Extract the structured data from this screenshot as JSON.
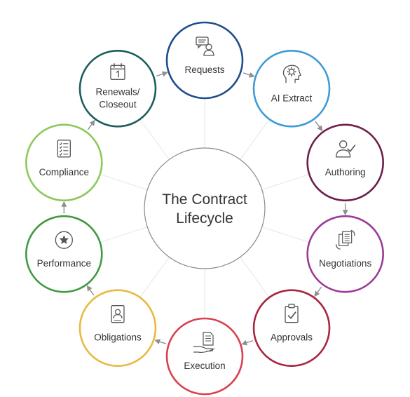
{
  "center": {
    "line1": "The Contract",
    "line2": "Lifecycle",
    "border_color": "#8a8a8a"
  },
  "stages": [
    {
      "lines": [
        "Requests"
      ],
      "color": "#1f4e8c",
      "icon": "chat-user-icon"
    },
    {
      "lines": [
        "AI Extract"
      ],
      "color": "#3d9bd7",
      "icon": "ai-head-gear-icon"
    },
    {
      "lines": [
        "Authoring"
      ],
      "color": "#6b1f4a",
      "icon": "user-check-icon"
    },
    {
      "lines": [
        "Negotiations"
      ],
      "color": "#9c3a98",
      "icon": "document-exchange-icon"
    },
    {
      "lines": [
        "Approvals"
      ],
      "color": "#a7253f",
      "icon": "clipboard-check-icon"
    },
    {
      "lines": [
        "Execution"
      ],
      "color": "#d9414e",
      "icon": "document-hand-icon"
    },
    {
      "lines": [
        "Obligations"
      ],
      "color": "#e8b943",
      "icon": "id-document-icon"
    },
    {
      "lines": [
        "Performance"
      ],
      "color": "#3f9a3f",
      "icon": "star-badge-icon"
    },
    {
      "lines": [
        "Compliance"
      ],
      "color": "#8cc85a",
      "icon": "checklist-icon"
    },
    {
      "lines": [
        "Renewals/",
        "Closeout"
      ],
      "color": "#1c5e5b",
      "icon": "calendar-icon"
    }
  ],
  "style": {
    "text_color": "#333333",
    "icon_color": "#555555",
    "arrow_color": "#8f8f8f",
    "spoke_color": "#e6e6e6"
  }
}
